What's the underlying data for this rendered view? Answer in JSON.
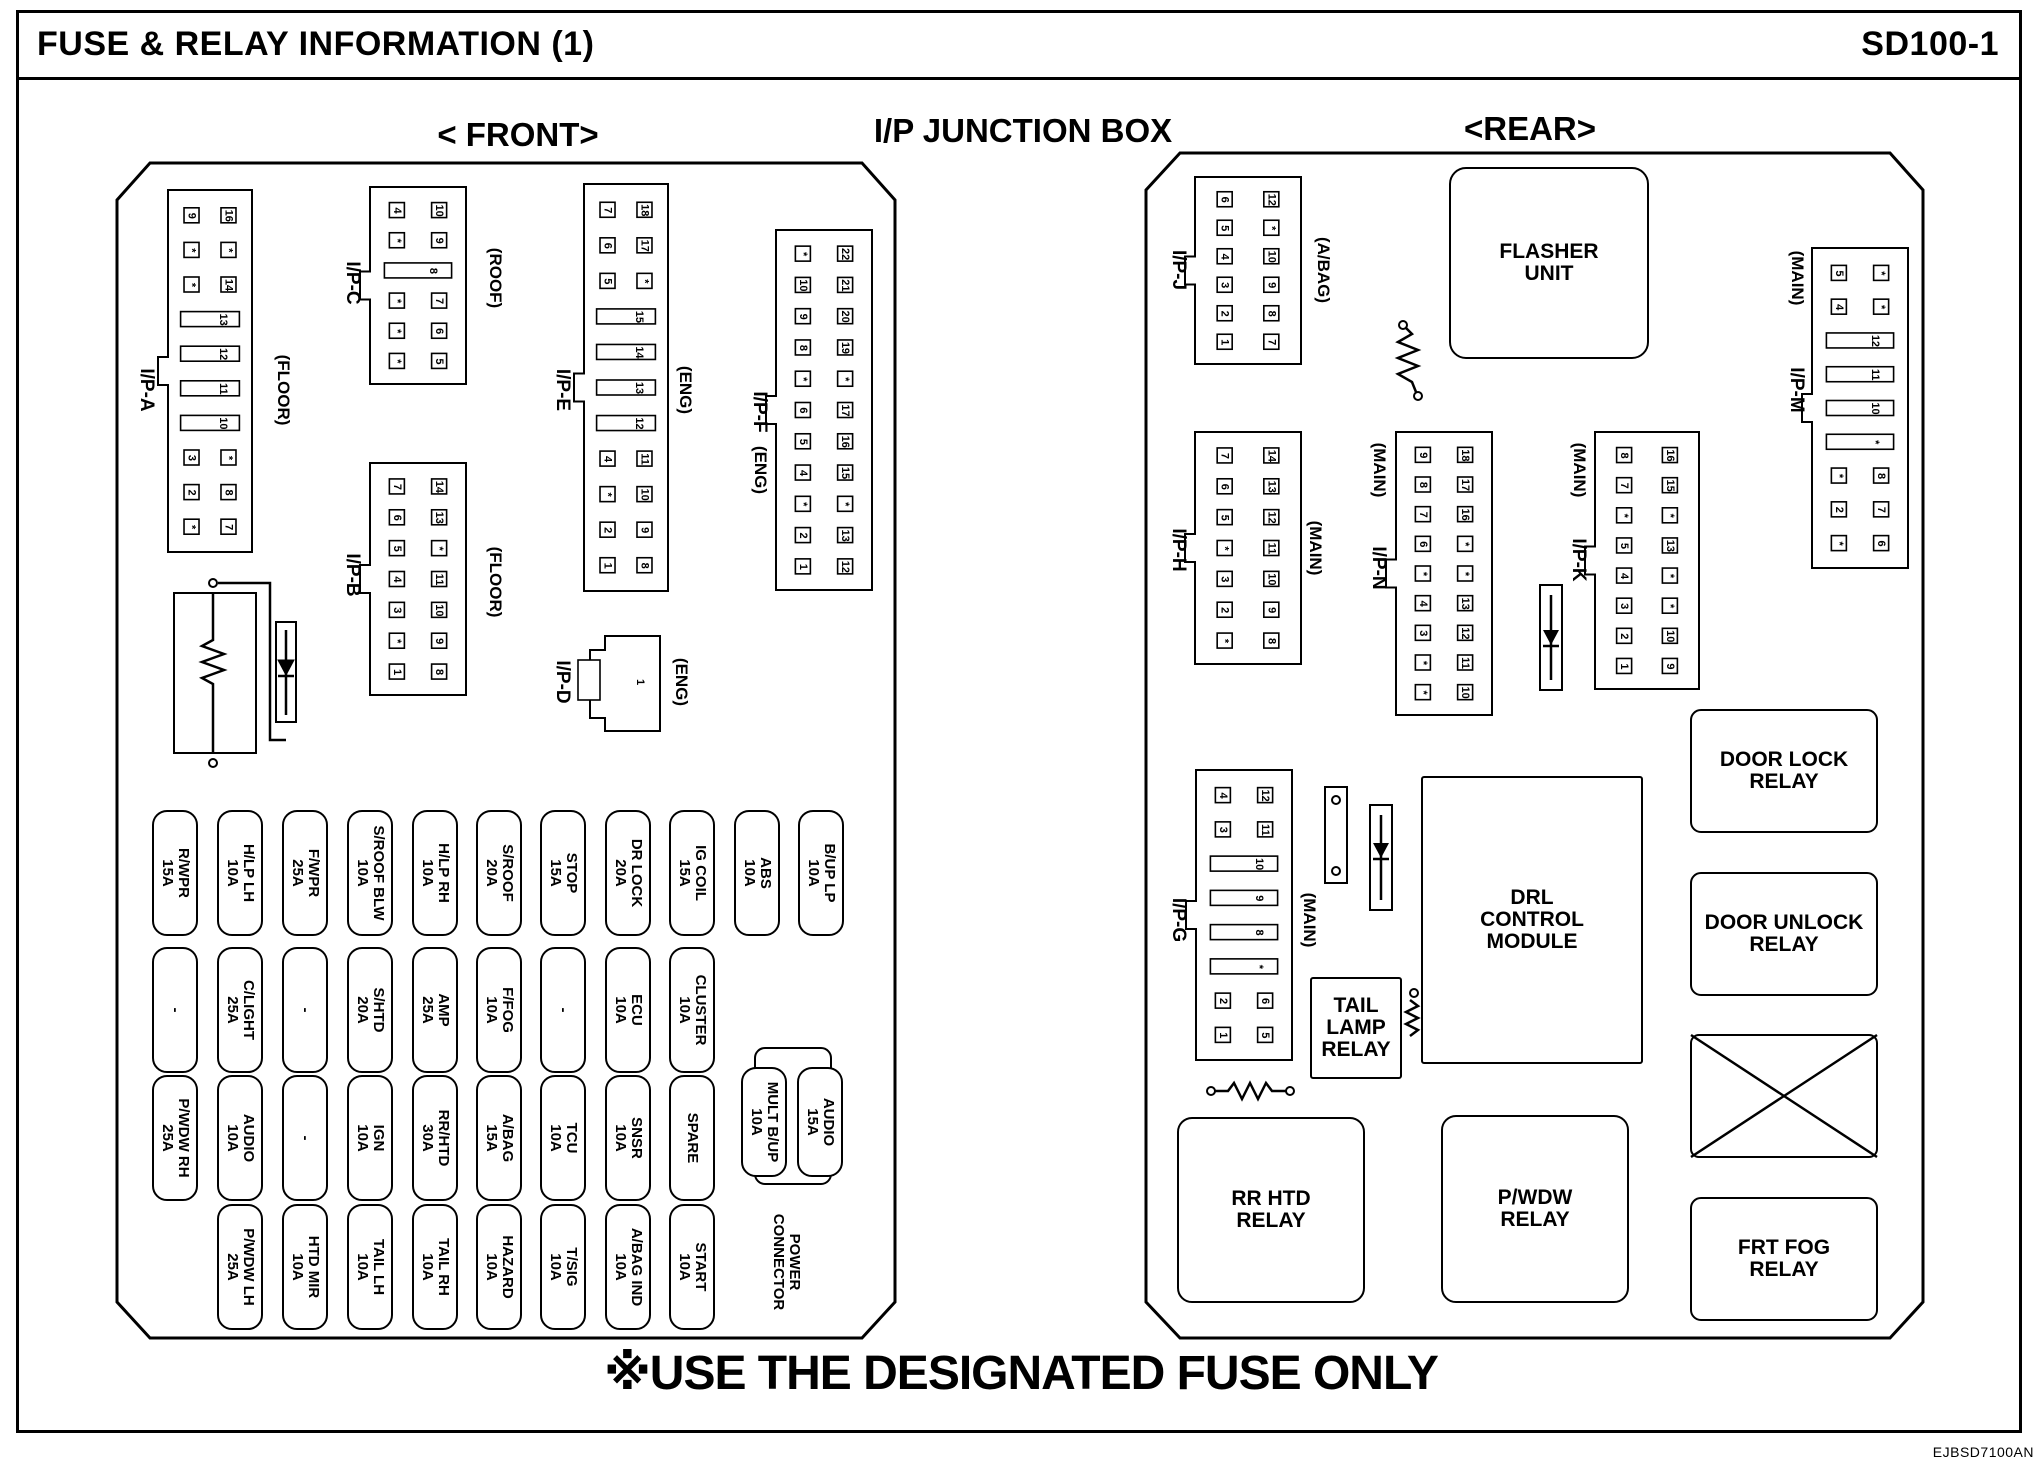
{
  "header": {
    "title": "FUSE & RELAY INFORMATION (1)",
    "code": "SD100-1"
  },
  "sections": {
    "front": "< FRONT>",
    "center": "I/P JUNCTION BOX",
    "rear": "<REAR>"
  },
  "footer": {
    "note": "※USE THE DESIGNATED FUSE ONLY",
    "figure_id": "EJBSD7100AN"
  },
  "front_connectors": {
    "ipa": {
      "name": "I/P-A",
      "loc": "(FLOOR)",
      "rows": [
        [
          "9",
          "16"
        ],
        [
          "*",
          "*"
        ],
        [
          "*",
          "14"
        ],
        [
          "13"
        ],
        [
          "12"
        ],
        [
          "11"
        ],
        [
          "10"
        ],
        [
          "3",
          "*"
        ],
        [
          "2",
          "8"
        ],
        [
          "*",
          "7"
        ]
      ]
    },
    "ipc": {
      "name": "I/P-C",
      "loc": "(ROOF)",
      "rows": [
        [
          "4",
          "10"
        ],
        [
          "*",
          "9"
        ],
        [
          "8"
        ],
        [
          "*",
          "7"
        ],
        [
          "*",
          "6"
        ],
        [
          "*",
          "5"
        ]
      ]
    },
    "ipb": {
      "name": "I/P-B",
      "loc": "(FLOOR)",
      "rows": [
        [
          "7",
          "14"
        ],
        [
          "6",
          "13"
        ],
        [
          "5",
          "*"
        ],
        [
          "4",
          "11"
        ],
        [
          "3",
          "10"
        ],
        [
          "*",
          "9"
        ],
        [
          "1",
          "8"
        ]
      ]
    },
    "ipe": {
      "name": "I/P-E",
      "loc": "(ENG)",
      "rows": [
        [
          "7",
          "18"
        ],
        [
          "6",
          "17"
        ],
        [
          "5",
          "*"
        ],
        [
          "15"
        ],
        [
          "14"
        ],
        [
          "13"
        ],
        [
          "12"
        ],
        [
          "4",
          "11"
        ],
        [
          "*",
          "10"
        ],
        [
          "2",
          "9"
        ],
        [
          "1",
          "8"
        ]
      ]
    },
    "ipf": {
      "name": "I/P-F",
      "loc": "(ENG)",
      "rows": [
        [
          "*",
          "22"
        ],
        [
          "10",
          "21"
        ],
        [
          "9",
          "20"
        ],
        [
          "8",
          "19"
        ],
        [
          "*",
          "*"
        ],
        [
          "6",
          "17"
        ],
        [
          "5",
          "16"
        ],
        [
          "4",
          "15"
        ],
        [
          "*",
          "*"
        ],
        [
          "2",
          "13"
        ],
        [
          "1",
          "12"
        ]
      ]
    },
    "ipd": {
      "name": "I/P-D",
      "loc": "(ENG)",
      "pin": "1"
    }
  },
  "fuses": [
    [
      "R/WPR\n15A",
      "H/LP LH\n10A",
      "F/WPR\n25A",
      "S/ROOF BLW\n10A",
      "H/LP RH\n10A",
      "S/ROOF\n20A",
      "STOP\n15A",
      "DR LOCK\n20A",
      "IG COIL\n15A",
      "ABS\n10A",
      "B/UP LP\n10A"
    ],
    [
      "-",
      "C/LIGHT\n25A",
      "-",
      "S/HTD\n20A",
      "AMP\n25A",
      "F/FOG\n10A",
      "-",
      "ECU\n10A",
      "CLUSTER\n10A"
    ],
    [
      "P/WDW RH\n25A",
      "AUDIO\n10A",
      "-",
      "IGN\n10A",
      "RR/HTD\n30A",
      "A/BAG\n15A",
      "TCU\n10A",
      "SNSR\n10A",
      "SPARE"
    ],
    [
      "",
      "P/WDW LH\n25A",
      "HTD MIR\n10A",
      "TAIL LH\n10A",
      "TAIL RH\n10A",
      "HAZARD\n10A",
      "T/SIG\n10A",
      "A/BAG IND\n10A",
      "START\n10A"
    ]
  ],
  "power_connector": {
    "label": "POWER\nCONNECTOR",
    "left_fuse": "MULT B/UP\n10A",
    "right_fuse": "AUDIO\n15A"
  },
  "rear_connectors": {
    "ipj": {
      "name": "I/P-J",
      "loc": "(A/BAG)",
      "rows": [
        [
          "6",
          "12"
        ],
        [
          "5",
          "*"
        ],
        [
          "4",
          "10"
        ],
        [
          "3",
          "9"
        ],
        [
          "2",
          "8"
        ],
        [
          "1",
          "7"
        ]
      ]
    },
    "iph": {
      "name": "I/P-H",
      "loc": "(MAIN)",
      "rows": [
        [
          "7",
          "14"
        ],
        [
          "6",
          "13"
        ],
        [
          "5",
          "12"
        ],
        [
          "*",
          "11"
        ],
        [
          "3",
          "10"
        ],
        [
          "2",
          "9"
        ],
        [
          "*",
          "8"
        ]
      ]
    },
    "ipn": {
      "name": "I/P-N",
      "loc": "(MAIN)",
      "rows": [
        [
          "9",
          "18"
        ],
        [
          "8",
          "17"
        ],
        [
          "7",
          "16"
        ],
        [
          "6",
          "*"
        ],
        [
          "*",
          "*"
        ],
        [
          "4",
          "13"
        ],
        [
          "3",
          "12"
        ],
        [
          "*",
          "11"
        ],
        [
          "*",
          "10"
        ]
      ]
    },
    "ipk": {
      "name": "I/P-K",
      "loc": "(MAIN)",
      "rows": [
        [
          "8",
          "16"
        ],
        [
          "7",
          "15"
        ],
        [
          "*",
          "*"
        ],
        [
          "5",
          "13"
        ],
        [
          "4",
          "*"
        ],
        [
          "3",
          "*"
        ],
        [
          "2",
          "10"
        ],
        [
          "1",
          "9"
        ]
      ]
    },
    "ipm": {
      "name": "I/P-M",
      "loc": "(MAIN)",
      "rows": [
        [
          "5",
          "*"
        ],
        [
          "4",
          "*"
        ],
        [
          "12"
        ],
        [
          "11"
        ],
        [
          "10"
        ],
        [
          "*"
        ],
        [
          "*",
          "8"
        ],
        [
          "2",
          "7"
        ],
        [
          "*",
          "6"
        ]
      ]
    },
    "ipg": {
      "name": "I/P-G",
      "loc": "(MAIN)",
      "rows": [
        [
          "4",
          "12"
        ],
        [
          "3",
          "11"
        ],
        [
          "10"
        ],
        [
          "9"
        ],
        [
          "8"
        ],
        [
          "*"
        ],
        [
          "2",
          "6"
        ],
        [
          "1",
          "5"
        ]
      ]
    }
  },
  "relays": {
    "flasher": "FLASHER\nUNIT",
    "door_lock": "DOOR LOCK\nRELAY",
    "door_unlock": "DOOR UNLOCK\nRELAY",
    "drl": "DRL\nCONTROL\nMODULE",
    "tail_lamp": "TAIL\nLAMP\nRELAY",
    "rr_htd": "RR HTD\nRELAY",
    "pwdw": "P/WDW\nRELAY",
    "frt_fog": "FRT FOG\nRELAY"
  }
}
